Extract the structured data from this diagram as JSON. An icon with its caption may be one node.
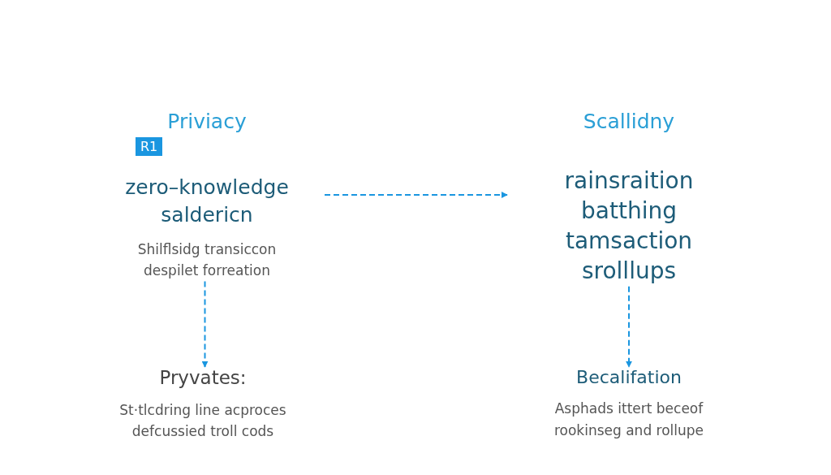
{
  "diagram": {
    "nodes": [
      {
        "text": [
          "Priviacy",
          "R1",
          "zero–knowledge saldericn",
          "Shilflsidg transiccon despilet forreation"
        ]
      },
      {
        "text": [
          "Scallidny",
          "rainsraition batthing tamsaction srolllups"
        ]
      },
      {
        "text": [
          "Pryvates:",
          "St·tlcdring line acproces defcussied troll cods"
        ]
      },
      {
        "text": [
          "Becalifation",
          "Asphads ittert beceof rookinseg and rollupe"
        ]
      }
    ],
    "edges": [
      {
        "from": 0,
        "to": 1,
        "arrow": "to",
        "style": "dashed"
      },
      {
        "from": 0,
        "to": 2,
        "arrow": "to",
        "style": "dashed"
      },
      {
        "from": 1,
        "to": 3,
        "arrow": "to",
        "style": "dashed"
      }
    ]
  }
}
